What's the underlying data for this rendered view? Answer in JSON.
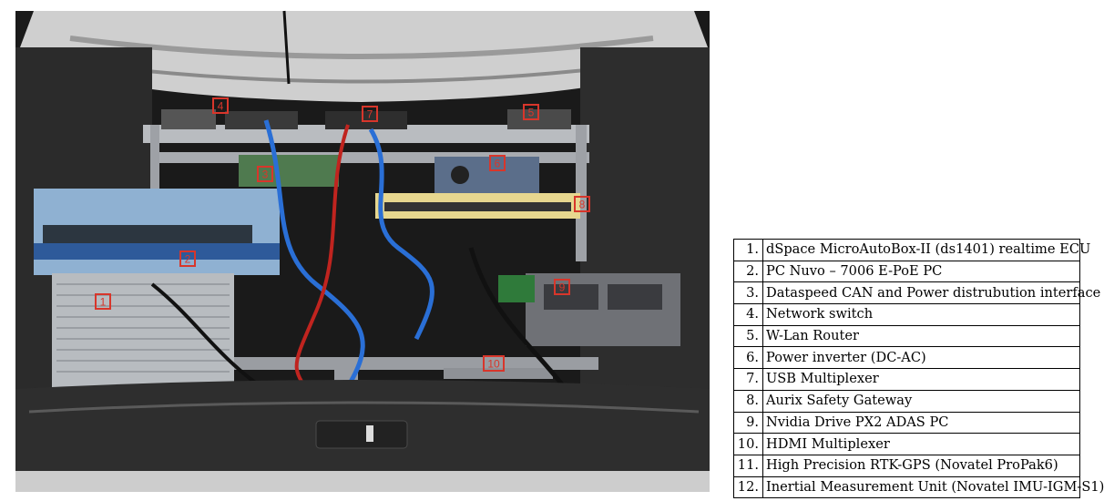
{
  "photo": {
    "markers": [
      {
        "label": "4"
      },
      {
        "label": "3"
      },
      {
        "label": "7"
      },
      {
        "label": "5"
      },
      {
        "label": "6"
      },
      {
        "label": "8"
      },
      {
        "label": "2"
      },
      {
        "label": "1"
      },
      {
        "label": "9"
      },
      {
        "label": "10"
      }
    ],
    "colors": {
      "marker": "#d8362b",
      "trunk": "#1a1a1a",
      "pc_blue": "#8fb1d2",
      "heatsink": "#b8bcc0",
      "cable_blue": "#2a6fd6",
      "cable_red": "#c0241f"
    }
  },
  "legend": {
    "rows": [
      {
        "num": "1.",
        "text": "dSpace MicroAutoBox-II (ds1401) realtime ECU"
      },
      {
        "num": "2.",
        "text": "PC Nuvo – 7006 E-PoE PC"
      },
      {
        "num": "3.",
        "text": "Dataspeed CAN  and Power distrubution interface"
      },
      {
        "num": "4.",
        "text": "Network switch"
      },
      {
        "num": "5.",
        "text": "W-Lan Router"
      },
      {
        "num": "6.",
        "text": "Power inverter (DC-AC)"
      },
      {
        "num": "7.",
        "text": "USB Multiplexer"
      },
      {
        "num": "8.",
        "text": "Aurix Safety Gateway"
      },
      {
        "num": "9.",
        "text": "Nvidia Drive PX2 ADAS PC"
      },
      {
        "num": "10.",
        "text": "HDMI Multiplexer"
      },
      {
        "num": "11.",
        "text": "High Precision RTK-GPS (Novatel ProPak6)"
      },
      {
        "num": "12.",
        "text": "Inertial Measurement Unit (Novatel  IMU-IGM-S1)"
      }
    ]
  }
}
